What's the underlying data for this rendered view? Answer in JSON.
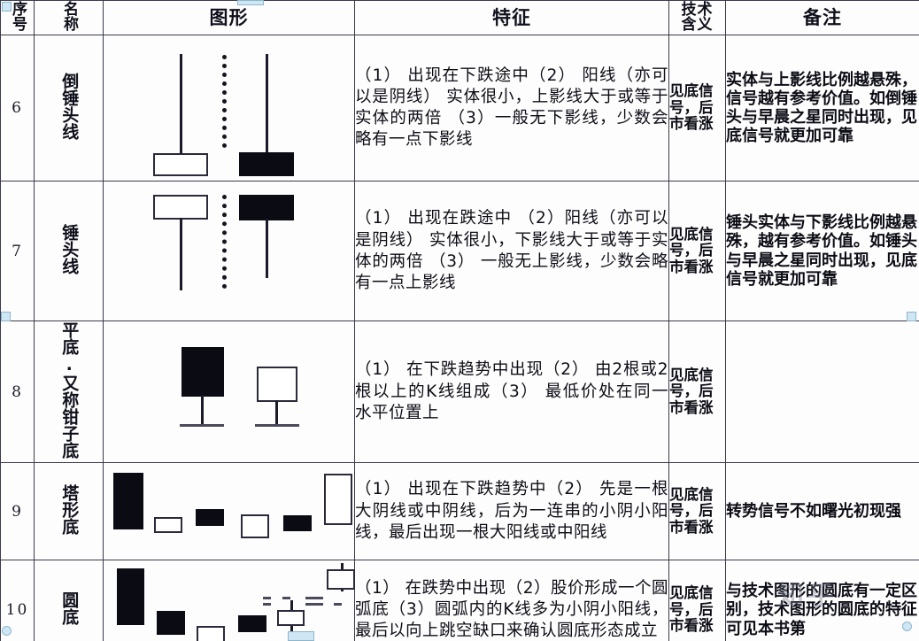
{
  "table": {
    "headers": {
      "seq": "序号",
      "name": "名称",
      "chart": "图形",
      "feature": "特征",
      "tech_line1": "技术",
      "tech_line2": "含义",
      "note": "备注"
    },
    "rows": [
      {
        "seq": "6",
        "name": "倒锤头线",
        "feature": "（1） 出现在下跌途中（2） 阳线（亦可以是阴线） 实体很小，上影线大于或等于实体的两倍 （3）一般无下影线，少数会略有一点下影线",
        "tech": "见底信号，后市看涨",
        "note": "实体与上影线比例越悬殊，信号越有参考价值。如倒锤头与早晨之星同时出现，见底信号就更加可靠",
        "chart_type": "inverted-hammer-pair"
      },
      {
        "seq": "7",
        "name": "锤头线",
        "feature": "（1） 出现在跌途中 （2）阳线（亦可以是阴线） 实体很小，下影线大于或等于实体的两倍 （3） 一般无上影线，少数会略有一点上影线",
        "tech": "见底信号，后市看涨",
        "note": "锤头实体与下影线比例越悬殊，越有参考价值。如锤头与早晨之星同时出现，见底信号就更加可靠",
        "chart_type": "hammer-pair"
      },
      {
        "seq": "8",
        "name": "平底.又称钳子底",
        "feature": "（1） 在下跌趋势中出现（2） 由2根或2根以上的K线组成（3） 最低价处在同一水平位置上",
        "tech": "见底信号，后市看涨",
        "note": "",
        "chart_type": "tweezer-bottom"
      },
      {
        "seq": "9",
        "name": "塔形底",
        "feature": "（1） 出现在下跌趋势中（2） 先是一根大阴线或中阴线，后为一连串的小阴小阳线，最后出现一根大阳线或中阳线",
        "tech": "见底信号，后市看涨",
        "note": "转势信号不如曙光初现强",
        "chart_type": "tower-bottom"
      },
      {
        "seq": "10",
        "name": "圆底",
        "feature": "（1） 在跌势中出现（2）股价形成一个圆弧底（3）圆弧内的K线多为小阴小阳线，最后以向上跳空缺口来确认圆底形态成立",
        "tech": "见底信号，后市看涨",
        "note": "与技术图形的圆底有一定区别，技术图形的圆底的特征可见本书第",
        "chart_type": "rounding-bottom"
      }
    ]
  },
  "watermark": {
    "text": "知乎"
  },
  "colors": {
    "bearish_body": "#0b0b14",
    "bullish_body": "#ffffff",
    "outline": "#2a2a3a",
    "border": "#3a3a4a",
    "handle": "#cfe6f5"
  }
}
